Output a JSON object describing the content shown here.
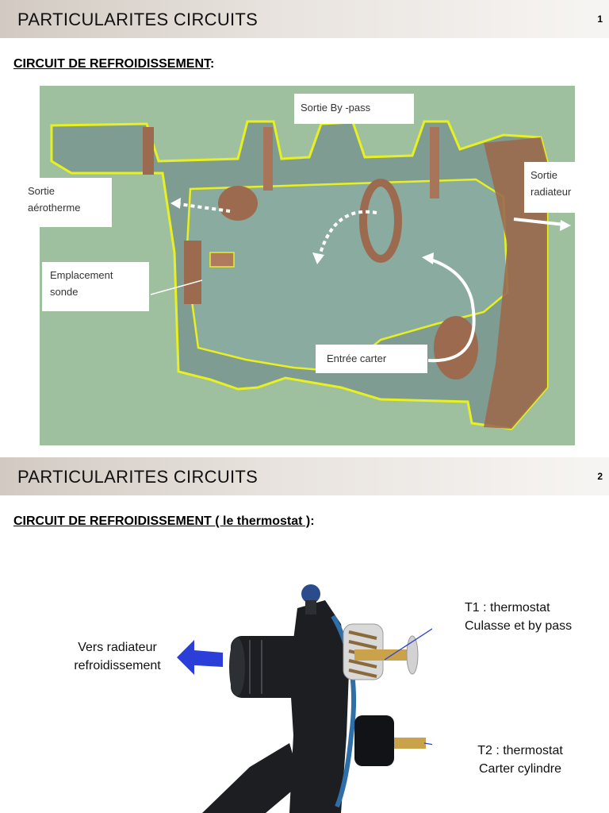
{
  "slide1": {
    "title": "PARTICULARITES CIRCUITS",
    "number": "1",
    "subtitle": "CIRCUIT DE REFROIDISSEMENT",
    "subtitle_suffix": ":",
    "callouts": {
      "bypass": "Sortie By -pass",
      "radiateur_l1": "Sortie",
      "radiateur_l2": "radiateur",
      "aerotherme_l1": "Sortie",
      "aerotherme_l2": "aérotherme",
      "sonde_l1": "Emplacement",
      "sonde_l2": "sonde",
      "carter": "Entrée carter"
    },
    "colors": {
      "background": "#9fc09f",
      "casting": "#7f9c92",
      "outline": "#e8f020",
      "cut_face": "#9c6a4e"
    }
  },
  "slide2": {
    "title": "PARTICULARITES CIRCUITS",
    "number": "2",
    "subtitle": "CIRCUIT DE REFROIDISSEMENT ( le thermostat )",
    "subtitle_suffix": ":",
    "labels": {
      "radiateur_l1": "Vers radiateur",
      "radiateur_l2": "refroidissement",
      "t1_l1": "T1 : thermostat",
      "t1_l2": "Culasse et by pass",
      "t2_l1": "T2 : thermostat",
      "t2_l2": "Carter cylindre"
    },
    "colors": {
      "arrow": "#2b3fd8",
      "body": "#1c1e22",
      "seal": "#2f6fa8",
      "brass": "#c9a24a"
    }
  }
}
